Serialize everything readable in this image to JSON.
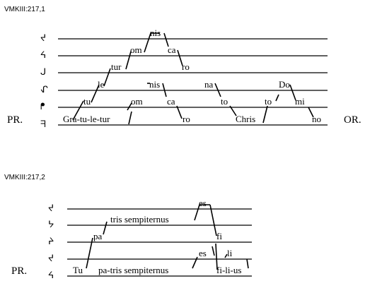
{
  "examples": [
    {
      "id": "VMKIII:217,1",
      "lead": "PR.",
      "tail": "OR.",
      "clefs": [
        "ᔪ",
        "ᔦ",
        "ᒍ",
        "ᖋ",
        "ᖰ",
        "ᖷ"
      ],
      "syllables": [
        {
          "text": "nis",
          "line": 0
        },
        {
          "text": "om",
          "line": 1
        },
        {
          "text": "ca",
          "line": 1
        },
        {
          "text": "tur",
          "line": 2
        },
        {
          "text": "ro",
          "line": 2
        },
        {
          "text": "le",
          "line": 3
        },
        {
          "text": "nis",
          "line": 3
        },
        {
          "text": "na",
          "line": 3
        },
        {
          "text": "Do",
          "line": 3
        },
        {
          "text": "tu",
          "line": 4
        },
        {
          "text": "om",
          "line": 4
        },
        {
          "text": "ca",
          "line": 4
        },
        {
          "text": "to",
          "line": 4
        },
        {
          "text": "to",
          "line": 4
        },
        {
          "text": "mi",
          "line": 4
        },
        {
          "text": "Gra-tu-le-tur",
          "line": 5
        },
        {
          "text": "ro",
          "line": 5
        },
        {
          "text": "Chris",
          "line": 5
        },
        {
          "text": "no",
          "line": 5
        }
      ]
    },
    {
      "id": "VMKIII:217,2",
      "lead": "PR.",
      "clefs": [
        "ᔪ",
        "ᔭ",
        "ᔨ",
        "ᔪ",
        "ᔦ"
      ],
      "syllables": [
        {
          "text": "es",
          "line": 0
        },
        {
          "text": "tris sempiternus",
          "line": 1
        },
        {
          "text": "pa",
          "line": 2
        },
        {
          "text": "fi",
          "line": 2
        },
        {
          "text": "es",
          "line": 3
        },
        {
          "text": "li",
          "line": 3
        },
        {
          "text": "Tu",
          "line": 4
        },
        {
          "text": "pa-tris sempiternus",
          "line": 4
        },
        {
          "text": "fi-li-us",
          "line": 4
        }
      ]
    }
  ]
}
